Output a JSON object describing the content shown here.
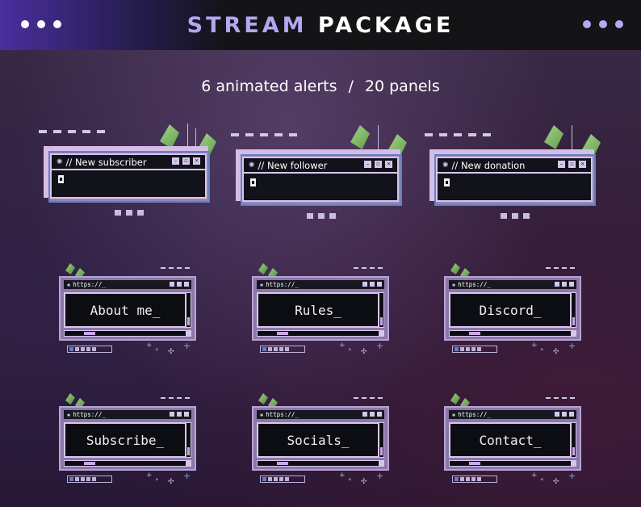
{
  "header": {
    "title_word1": "STREAM",
    "title_word2": "PACKAGE"
  },
  "subtitle": {
    "alerts": "6 animated alerts",
    "separator": "/",
    "panels": "20 panels"
  },
  "alerts": [
    {
      "label": "// New subscriber"
    },
    {
      "label": "// New follower"
    },
    {
      "label": "// New donation"
    }
  ],
  "panels": {
    "url": "https://_",
    "items": [
      {
        "label": "About me_"
      },
      {
        "label": "Rules_"
      },
      {
        "label": "Discord_"
      },
      {
        "label": "Subscribe_"
      },
      {
        "label": "Socials_"
      },
      {
        "label": "Contact_"
      }
    ]
  },
  "colors": {
    "accent": "#b4a6f2",
    "frame": "#d7c6ec",
    "border_blue": "#5d83c2",
    "leaf_green": "#8bc46b"
  }
}
